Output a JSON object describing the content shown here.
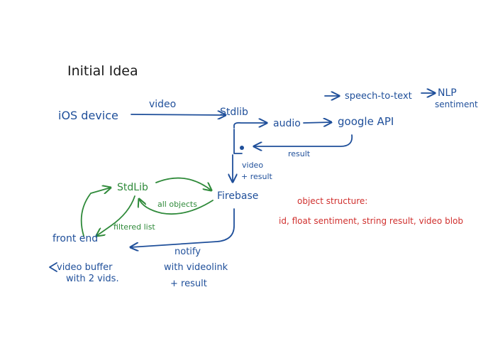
{
  "title": "Initial Idea",
  "nodes": {
    "ios_device": "iOS device",
    "stdlib_top": "Stdlib",
    "audio": "audio",
    "google_api": "google API",
    "speech_to_text": "speech-to-text",
    "nlp_sentiment_line1": "NLP",
    "nlp_sentiment_line2": "sentiment",
    "stdlib_green": "StdLib",
    "firebase": "Firebase",
    "front_end": "front end",
    "front_end_note_line1": "video buffer",
    "front_end_note_line2": "with 2 vids."
  },
  "edges": {
    "video": "video",
    "result": "result",
    "video_result_line1": "video",
    "video_result_line2": "+ result",
    "all_objects": "all objects",
    "filtered_list": "filtered list",
    "notify_line1": "notify",
    "notify_line2": "with videolink",
    "notify_line3": "+ result"
  },
  "object_structure": {
    "heading": "object structure:",
    "fields": "id, float sentiment, string result, video blob"
  },
  "colors": {
    "blue_ink": "#1f4f9a",
    "green_ink": "#2f8a3a",
    "red_ink": "#d0302e",
    "black_ink": "#1a1a1a"
  }
}
